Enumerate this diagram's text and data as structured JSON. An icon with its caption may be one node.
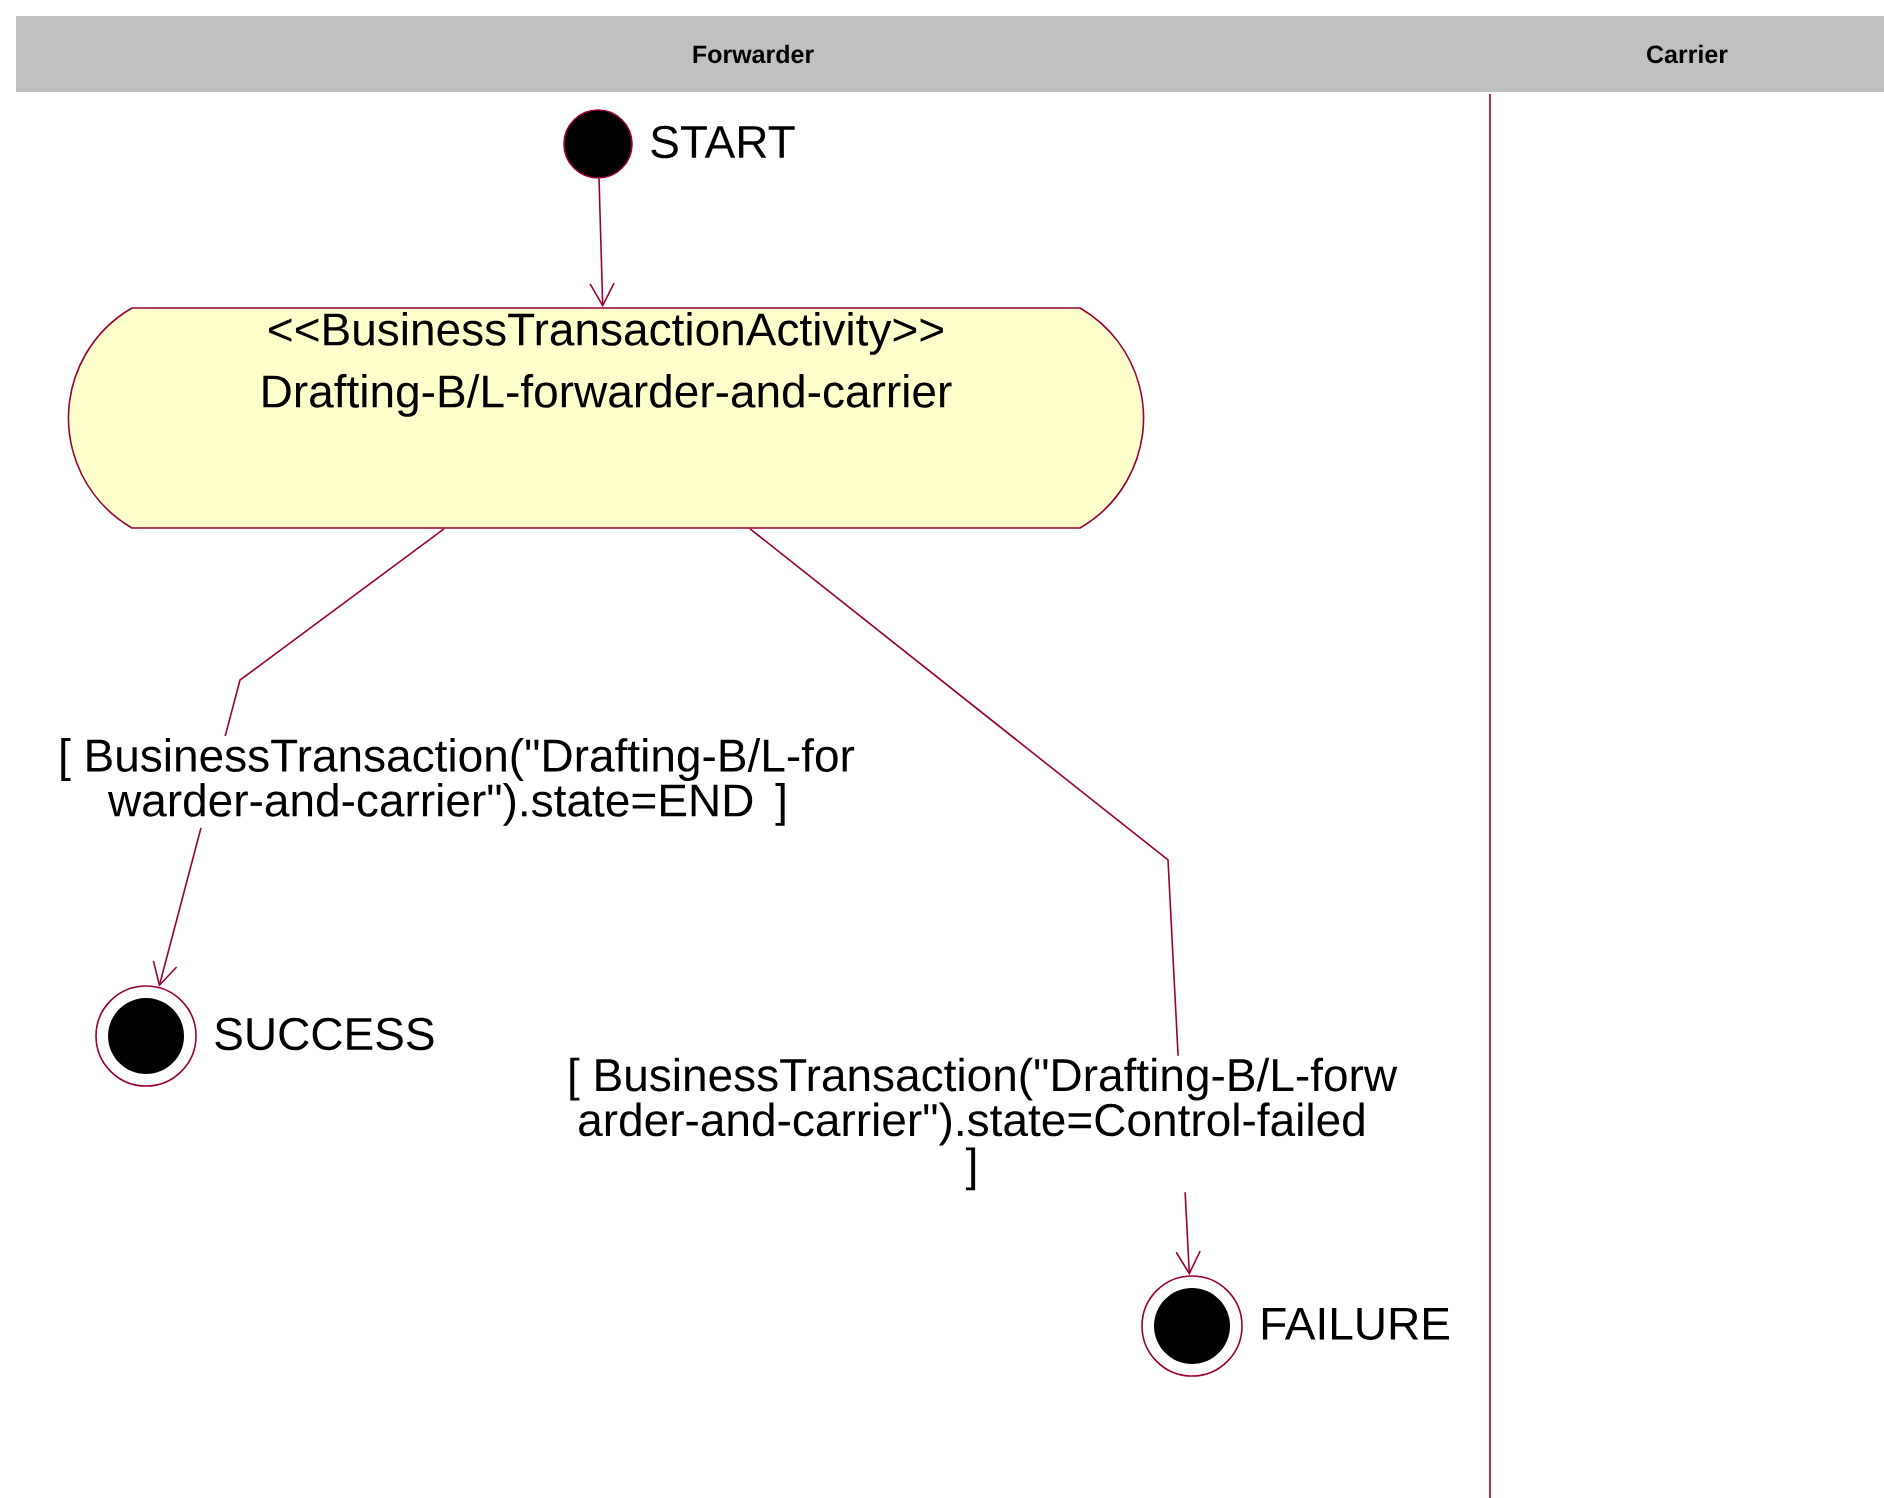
{
  "diagram": {
    "nodes": [
      {
        "text": [
          "Forwarder"
        ]
      },
      {
        "text": [
          "Carrier"
        ]
      },
      {
        "text": [],
        "shape": "circle",
        "beside": [
          "START"
        ]
      },
      {
        "text": [
          "<<BusinessTransactionActivity>>",
          "Drafting-B/L-forwarder-and-carrier"
        ]
      },
      {
        "text": [],
        "shape": "circle",
        "beside": [
          "SUCCESS"
        ]
      },
      {
        "text": [],
        "shape": "circle",
        "beside": [
          "FAILURE"
        ]
      }
    ],
    "edges": [
      {
        "from": 2,
        "to": 3,
        "arrow": "to"
      },
      {
        "from": 3,
        "to": 4,
        "arrow": "to",
        "label": "[ BusinessTransaction(\"Drafting-B/L-for warder-and-carrier\").state=END ]"
      },
      {
        "from": 3,
        "to": 5,
        "arrow": "to",
        "label": "[ BusinessTransaction(\"Drafting-B/L-forw arder-and-carrier\").state=Control-failed ]"
      }
    ]
  }
}
